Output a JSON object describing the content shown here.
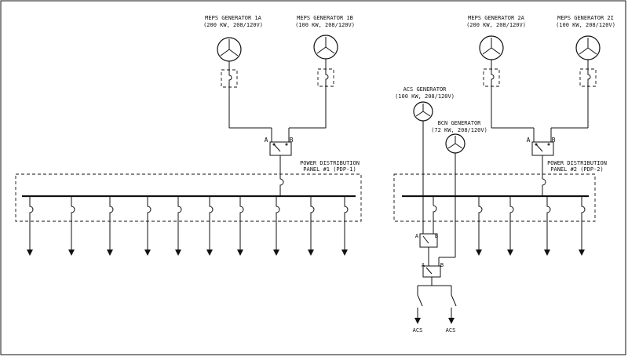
{
  "generators": [
    {
      "id": "g1a",
      "name": "MEPS GENERATOR 1A",
      "rating": "(200 KW, 208/120V)"
    },
    {
      "id": "g1b",
      "name": "MEPS GENERATOR 1B",
      "rating": "(100 KW, 208/120V)"
    },
    {
      "id": "g2a",
      "name": "MEPS GENERATOR 2A",
      "rating": "(200 KW, 208/120V)"
    },
    {
      "id": "g2b",
      "name": "MEPS GENERATOR 2I",
      "rating": "(100 KW, 208/120V)"
    },
    {
      "id": "acs",
      "name": "ACS GENERATOR",
      "rating": "(100 KW, 208/120V)"
    },
    {
      "id": "bcn",
      "name": "BCN GENERATOR",
      "rating": "(72 KW, 208/120V)"
    }
  ],
  "panels": [
    {
      "id": "pdp1",
      "line1": "POWER DISTRIBUTION",
      "line2": "PANEL #1 (PDP-1)"
    },
    {
      "id": "pdp2",
      "line1": "POWER DISTRIBUTION",
      "line2": "PANEL #2 (PDP-2)"
    }
  ],
  "switch_labels": {
    "a": "A",
    "b": "B"
  },
  "loads": [
    {
      "id": "acs-left",
      "label": "ACS"
    },
    {
      "id": "acs-right",
      "label": "ACS"
    }
  ]
}
